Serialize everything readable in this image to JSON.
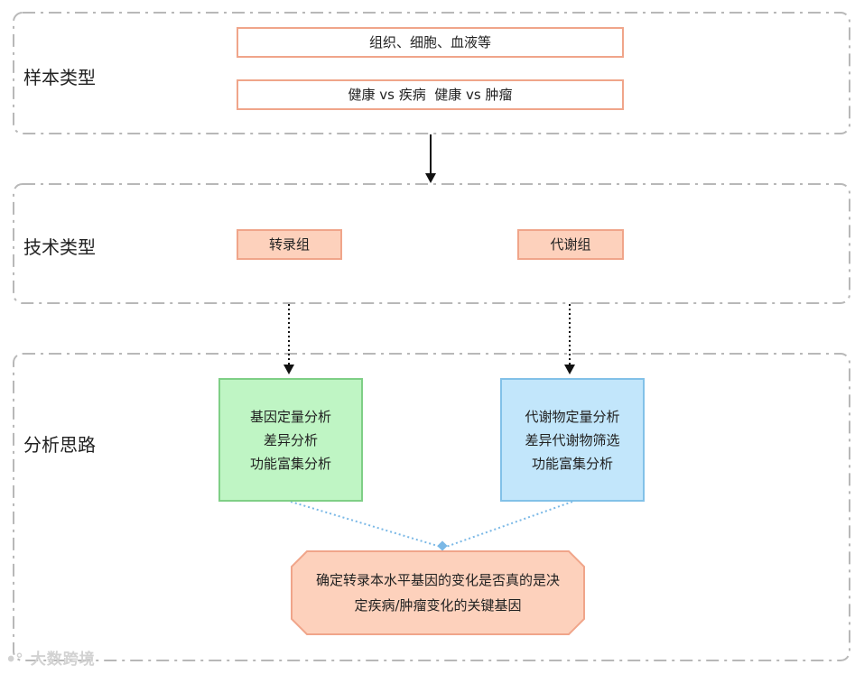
{
  "sections": {
    "sample": {
      "label": "样本类型"
    },
    "tech": {
      "label": "技术类型"
    },
    "analysis": {
      "label": "分析思路"
    }
  },
  "sample_boxes": {
    "tissue": "组织、细胞、血液等",
    "comparison": "健康 vs 疾病  健康 vs 肿瘤"
  },
  "tech_boxes": {
    "transcriptome": "转录组",
    "metabolome": "代谢组"
  },
  "analysis_boxes": {
    "transcriptome_lines": [
      "基因定量分析",
      "差异分析",
      "功能富集分析"
    ],
    "metabolome_lines": [
      "代谢物定量分析",
      "差异代谢物筛选",
      "功能富集分析"
    ]
  },
  "conclusion": {
    "lines": [
      "确定转录本水平基因的变化是否真的是决",
      "定疾病/肿瘤变化的关键基因"
    ]
  },
  "watermark": "大数跨境",
  "colors": {
    "panel_border": "#b8b8b8",
    "salmon_fill": "#fdd1bc",
    "salmon_border": "#f0a58a",
    "green_fill": "#bff5c4",
    "blue_fill": "#c2e6fb",
    "dotted_link": "#7ab8e6",
    "diamond": "#7ab8e6"
  }
}
